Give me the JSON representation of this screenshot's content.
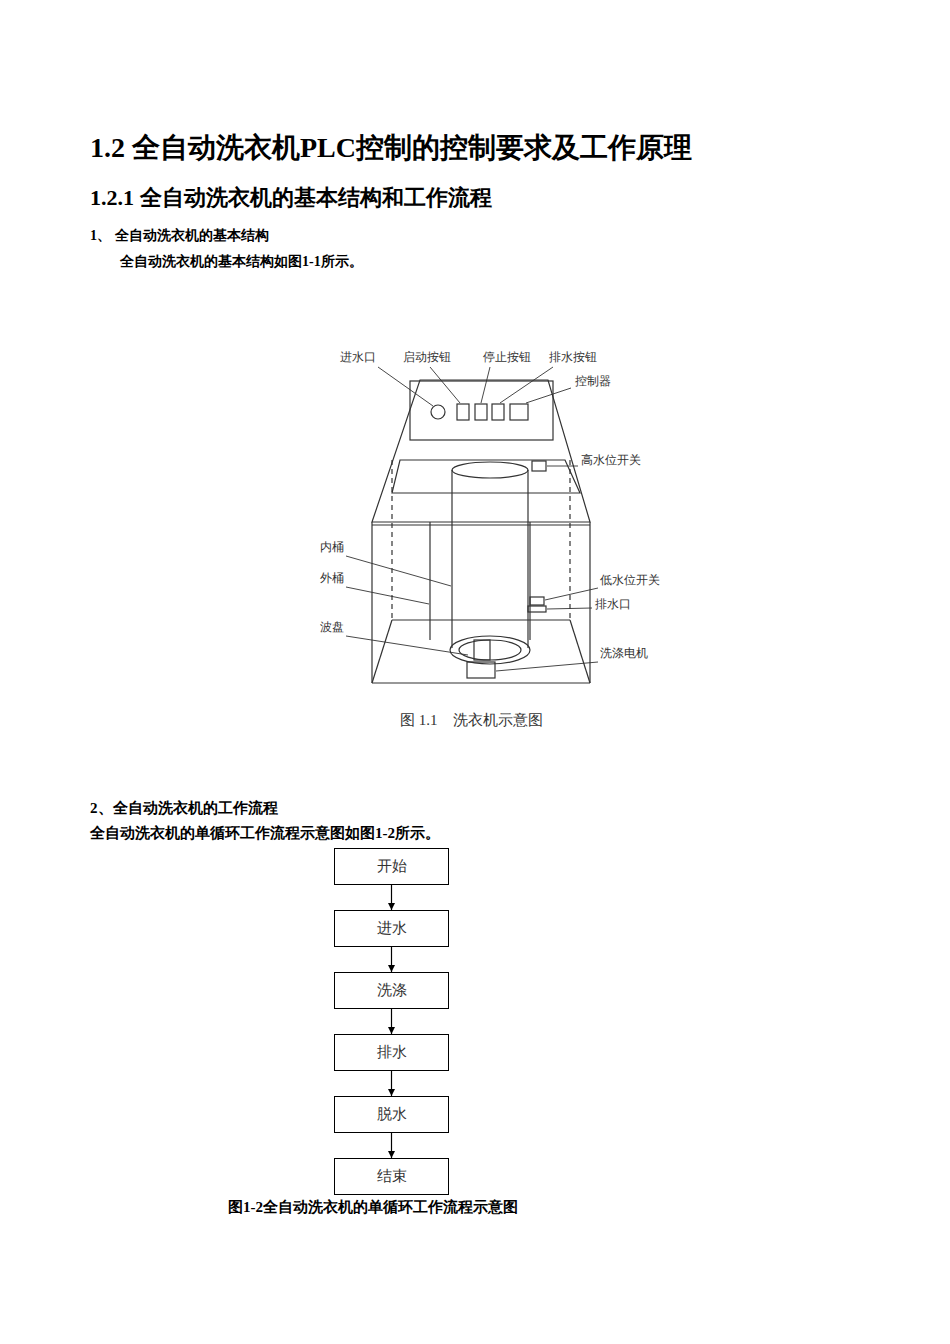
{
  "diagram": {
    "title": "1.2 全自动洗衣机PLC控制的控制要求及工作原理",
    "caption": "图1-2全自动洗衣机的单循环工作流程示意图",
    "nodes": [
      {
        "text": [
          "开始"
        ]
      },
      {
        "text": [
          "进水"
        ]
      },
      {
        "text": [
          "洗涤"
        ]
      },
      {
        "text": [
          "排水"
        ]
      },
      {
        "text": [
          "脱水"
        ]
      },
      {
        "text": [
          "结束"
        ]
      }
    ],
    "edges": [
      {
        "from": 0,
        "to": 1,
        "arrow": "to"
      },
      {
        "from": 1,
        "to": 2,
        "arrow": "to"
      },
      {
        "from": 2,
        "to": 3,
        "arrow": "to"
      },
      {
        "from": 3,
        "to": 4,
        "arrow": "to"
      },
      {
        "from": 4,
        "to": 5,
        "arrow": "to"
      }
    ],
    "labels": [
      "1.2.1 全自动洗衣机的基本结构和工作流程",
      "1、 全自动洗衣机的基本结构",
      "全自动洗衣机的基本结构如图1-1所示。",
      "进水口",
      "启动按钮",
      "停止按钮",
      "排水按钮",
      "控制器",
      "高水位开关",
      "内桶",
      "外桶",
      "波盘",
      "低水位开关",
      "排水口",
      "洗涤电机",
      "图 1.1　洗衣机示意图",
      "2、全自动洗衣机的工作流程",
      "全自动洗衣机的单循环工作流程示意图如图1-2所示。"
    ]
  }
}
